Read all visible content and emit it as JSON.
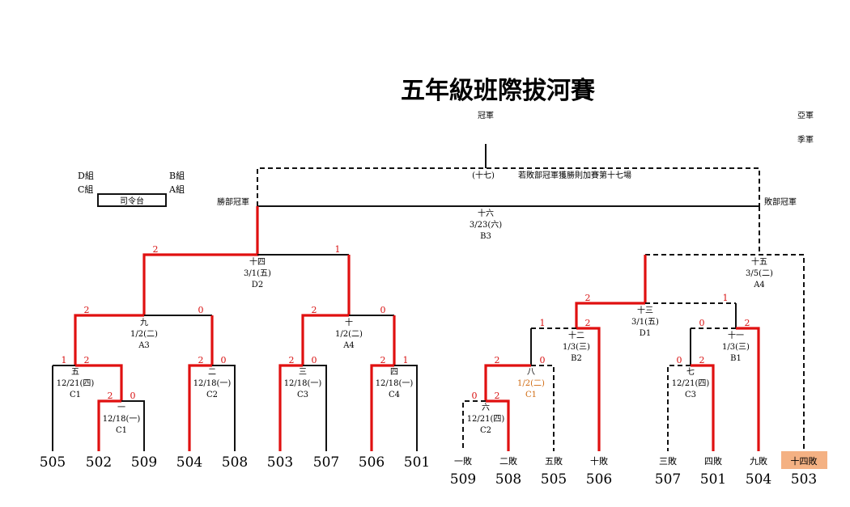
{
  "title": "五年級班際拔河賽",
  "champion_label": "冠軍",
  "runner_up_label": "亞軍",
  "third_label": "季軍",
  "legend": {
    "d_group": "D組",
    "b_group": "B組",
    "c_group": "C組",
    "a_group": "A組",
    "stage": "司令台"
  },
  "winners_champion": "勝部冠軍",
  "losers_champion": "敗部冠軍",
  "extra_match": {
    "no": "(十七)",
    "note": "若敗部冠軍獲勝則加賽第十七場"
  },
  "matches": {
    "m16": {
      "no": "十六",
      "date": "3/23(六)",
      "court": "B3"
    },
    "m14": {
      "no": "十四",
      "date": "3/1(五)",
      "court": "D2"
    },
    "m15": {
      "no": "十五",
      "date": "3/5(二)",
      "court": "A4"
    },
    "m9": {
      "no": "九",
      "date": "1/2(二)",
      "court": "A3"
    },
    "m10": {
      "no": "十",
      "date": "1/2(二)",
      "court": "A4"
    },
    "m13": {
      "no": "十三",
      "date": "3/1(五)",
      "court": "D1"
    },
    "m12": {
      "no": "十二",
      "date": "1/3(三)",
      "court": "B2"
    },
    "m11": {
      "no": "十一",
      "date": "1/3(三)",
      "court": "B1"
    },
    "m5": {
      "no": "五",
      "date": "12/21(四)",
      "court": "C1"
    },
    "m2": {
      "no": "二",
      "date": "12/18(一)",
      "court": "C2"
    },
    "m3": {
      "no": "三",
      "date": "12/18(一)",
      "court": "C3"
    },
    "m4": {
      "no": "四",
      "date": "12/18(一)",
      "court": "C4"
    },
    "m1": {
      "no": "一",
      "date": "12/18(一)",
      "court": "C1"
    },
    "m8": {
      "no": "八",
      "date": "1/2(二)",
      "court": "C1"
    },
    "m7": {
      "no": "七",
      "date": "12/21(四)",
      "court": "C3"
    },
    "m6": {
      "no": "六",
      "date": "12/21(四)",
      "court": "C2"
    }
  },
  "scores": {
    "m14_l": "2",
    "m14_r": "1",
    "m9_l": "2",
    "m9_r": "0",
    "m10_l": "2",
    "m10_r": "0",
    "m5_l": "1",
    "m5_r": "2",
    "m2_l": "2",
    "m2_r": "0",
    "m3_l": "2",
    "m3_r": "0",
    "m4_l": "2",
    "m4_r": "1",
    "m1_l": "2",
    "m1_r": "0",
    "m13_l": "2",
    "m13_r": "1",
    "m12_l": "1",
    "m12_r": "2",
    "m11_l": "0",
    "m11_r": "2",
    "m8_l": "2",
    "m8_r": "0",
    "m7_l": "0",
    "m7_r": "2",
    "m6_l": "0",
    "m6_r": "2"
  },
  "winners_teams": [
    "505",
    "502",
    "509",
    "504",
    "508",
    "503",
    "507",
    "506",
    "501"
  ],
  "losers_slots": [
    "一敗",
    "二敗",
    "五敗",
    "十敗",
    "三敗",
    "四敗",
    "九敗",
    "十四敗"
  ],
  "losers_teams": [
    "509",
    "508",
    "505",
    "506",
    "507",
    "501",
    "504",
    "503"
  ],
  "colors": {
    "winner_line": "#e01010",
    "score": "#d81010",
    "highlight_bg": "#f4b183",
    "orange_text": "#d06a10"
  }
}
